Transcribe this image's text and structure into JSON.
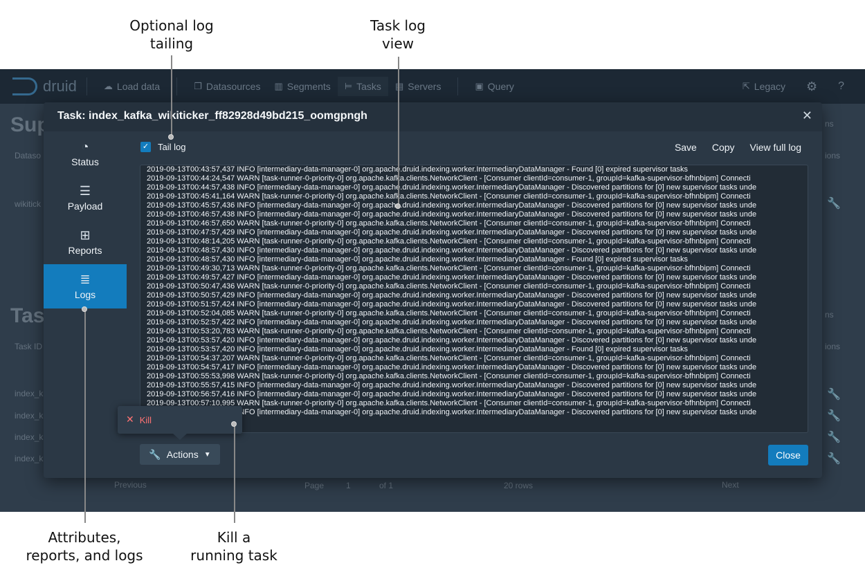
{
  "callouts": {
    "optional_tailing": "Optional log\ntailing",
    "log_view": "Task log\nview",
    "attributes": "Attributes,\nreports, and logs",
    "kill": "Kill a\nrunning task"
  },
  "nav": {
    "brand": "druid",
    "items": [
      "Load data",
      "Datasources",
      "Segments",
      "Tasks",
      "Servers",
      "Query"
    ],
    "legacy": "Legacy"
  },
  "background": {
    "title1": "Sup",
    "title2": "Tas",
    "datasource_col": "Dataso",
    "wiki": "wikitick",
    "task_id_col": "Task ID",
    "rows": [
      "index_k",
      "index_k",
      "index_k",
      "index_k"
    ],
    "actions1": "ions",
    "actions2": "ions",
    "previous": "Previous",
    "page": "Page",
    "page_num": "1",
    "of": "of 1",
    "rows_select": "20 rows",
    "next": "Next",
    "ns1": "ns",
    "ns2": "ns"
  },
  "dialog": {
    "title": "Task: index_kafka_wikiticker_ff82928d49bd215_oomgpngh",
    "tabs": [
      {
        "label": "Status",
        "icon": "dashboard-icon"
      },
      {
        "label": "Payload",
        "icon": "align-left-icon"
      },
      {
        "label": "Reports",
        "icon": "properties-icon"
      },
      {
        "label": "Logs",
        "icon": "list-icon"
      }
    ],
    "active_tab": "Logs",
    "tail_log": "Tail log",
    "tail_log_checked": true,
    "save": "Save",
    "copy": "Copy",
    "view_full_log": "View full log",
    "actions": "Actions",
    "close": "Close",
    "kill": "Kill",
    "log_lines": [
      "2019-09-13T00:43:57,437 INFO [intermediary-data-manager-0] org.apache.druid.indexing.worker.IntermediaryDataManager - Found [0] expired supervisor tasks",
      "2019-09-13T00:44:24,547 WARN [task-runner-0-priority-0] org.apache.kafka.clients.NetworkClient - [Consumer clientId=consumer-1, groupId=kafka-supervisor-bfhnbipm] Connecti",
      "2019-09-13T00:44:57,438 INFO [intermediary-data-manager-0] org.apache.druid.indexing.worker.IntermediaryDataManager - Discovered partitions for [0] new supervisor tasks unde",
      "2019-09-13T00:45:41,164 WARN [task-runner-0-priority-0] org.apache.kafka.clients.NetworkClient - [Consumer clientId=consumer-1, groupId=kafka-supervisor-bfhnbipm] Connecti",
      "2019-09-13T00:45:57,436 INFO [intermediary-data-manager-0] org.apache.druid.indexing.worker.IntermediaryDataManager - Discovered partitions for [0] new supervisor tasks unde",
      "2019-09-13T00:46:57,438 INFO [intermediary-data-manager-0] org.apache.druid.indexing.worker.IntermediaryDataManager - Discovered partitions for [0] new supervisor tasks unde",
      "2019-09-13T00:46:57,650 WARN [task-runner-0-priority-0] org.apache.kafka.clients.NetworkClient - [Consumer clientId=consumer-1, groupId=kafka-supervisor-bfhnbipm] Connecti",
      "2019-09-13T00:47:57,429 INFO [intermediary-data-manager-0] org.apache.druid.indexing.worker.IntermediaryDataManager - Discovered partitions for [0] new supervisor tasks unde",
      "2019-09-13T00:48:14,205 WARN [task-runner-0-priority-0] org.apache.kafka.clients.NetworkClient - [Consumer clientId=consumer-1, groupId=kafka-supervisor-bfhnbipm] Connecti",
      "2019-09-13T00:48:57,430 INFO [intermediary-data-manager-0] org.apache.druid.indexing.worker.IntermediaryDataManager - Discovered partitions for [0] new supervisor tasks unde",
      "2019-09-13T00:48:57,430 INFO [intermediary-data-manager-0] org.apache.druid.indexing.worker.IntermediaryDataManager - Found [0] expired supervisor tasks",
      "2019-09-13T00:49:30,713 WARN [task-runner-0-priority-0] org.apache.kafka.clients.NetworkClient - [Consumer clientId=consumer-1, groupId=kafka-supervisor-bfhnbipm] Connecti",
      "2019-09-13T00:49:57,427 INFO [intermediary-data-manager-0] org.apache.druid.indexing.worker.IntermediaryDataManager - Discovered partitions for [0] new supervisor tasks unde",
      "2019-09-13T00:50:47,436 WARN [task-runner-0-priority-0] org.apache.kafka.clients.NetworkClient - [Consumer clientId=consumer-1, groupId=kafka-supervisor-bfhnbipm] Connecti",
      "2019-09-13T00:50:57,429 INFO [intermediary-data-manager-0] org.apache.druid.indexing.worker.IntermediaryDataManager - Discovered partitions for [0] new supervisor tasks unde",
      "2019-09-13T00:51:57,424 INFO [intermediary-data-manager-0] org.apache.druid.indexing.worker.IntermediaryDataManager - Discovered partitions for [0] new supervisor tasks unde",
      "2019-09-13T00:52:04,085 WARN [task-runner-0-priority-0] org.apache.kafka.clients.NetworkClient - [Consumer clientId=consumer-1, groupId=kafka-supervisor-bfhnbipm] Connecti",
      "2019-09-13T00:52:57,422 INFO [intermediary-data-manager-0] org.apache.druid.indexing.worker.IntermediaryDataManager - Discovered partitions for [0] new supervisor tasks unde",
      "2019-09-13T00:53:20,783 WARN [task-runner-0-priority-0] org.apache.kafka.clients.NetworkClient - [Consumer clientId=consumer-1, groupId=kafka-supervisor-bfhnbipm] Connecti",
      "2019-09-13T00:53:57,420 INFO [intermediary-data-manager-0] org.apache.druid.indexing.worker.IntermediaryDataManager - Discovered partitions for [0] new supervisor tasks unde",
      "2019-09-13T00:53:57,420 INFO [intermediary-data-manager-0] org.apache.druid.indexing.worker.IntermediaryDataManager - Found [0] expired supervisor tasks",
      "2019-09-13T00:54:37,207 WARN [task-runner-0-priority-0] org.apache.kafka.clients.NetworkClient - [Consumer clientId=consumer-1, groupId=kafka-supervisor-bfhnbipm] Connecti",
      "2019-09-13T00:54:57,417 INFO [intermediary-data-manager-0] org.apache.druid.indexing.worker.IntermediaryDataManager - Discovered partitions for [0] new supervisor tasks unde",
      "2019-09-13T00:55:53,998 WARN [task-runner-0-priority-0] org.apache.kafka.clients.NetworkClient - [Consumer clientId=consumer-1, groupId=kafka-supervisor-bfhnbipm] Connecti",
      "2019-09-13T00:55:57,415 INFO [intermediary-data-manager-0] org.apache.druid.indexing.worker.IntermediaryDataManager - Discovered partitions for [0] new supervisor tasks unde",
      "2019-09-13T00:56:57,416 INFO [intermediary-data-manager-0] org.apache.druid.indexing.worker.IntermediaryDataManager - Discovered partitions for [0] new supervisor tasks unde",
      "2019-09-13T00:57:10,995 WARN [task-runner-0-priority-0] org.apache.kafka.clients.NetworkClient - [Consumer clientId=consumer-1, groupId=kafka-supervisor-bfhnbipm] Connecti",
      "2019-09-13T00:57:57,414 INFO [intermediary-data-manager-0] org.apache.druid.indexing.worker.IntermediaryDataManager - Discovered partitions for [0] new supervisor tasks unde"
    ]
  },
  "colors": {
    "accent": "#137cbd",
    "danger": "#ff7373",
    "dialog_bg": "#2b3845"
  }
}
